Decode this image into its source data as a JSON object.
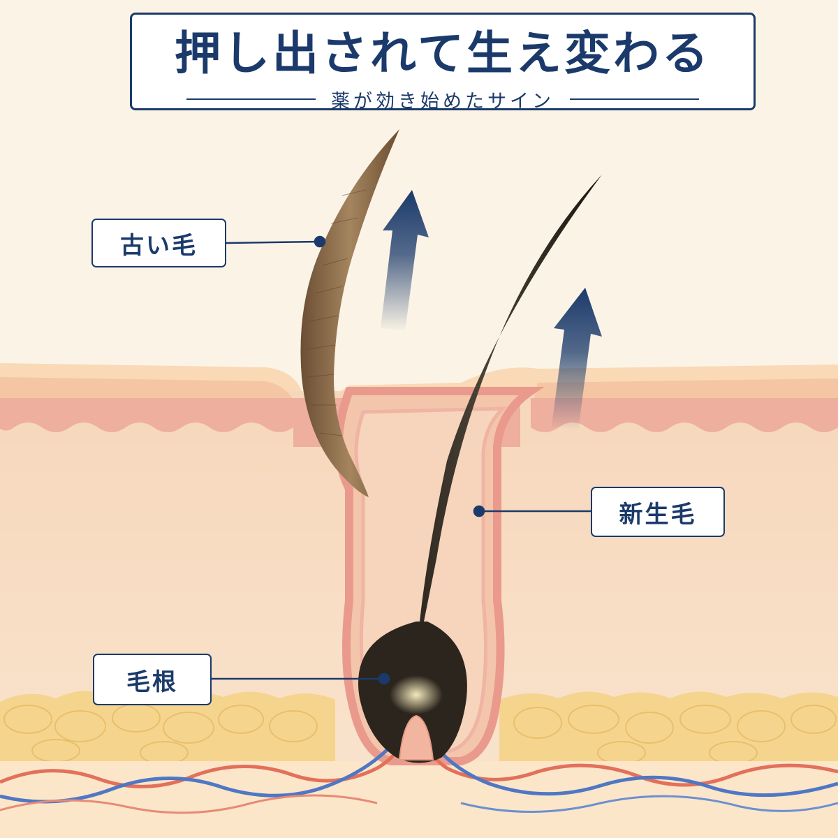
{
  "title": {
    "main": "押し出されて生え変わる",
    "sub": "薬が効き始めたサイン"
  },
  "labels": {
    "old_hair": "古い毛",
    "new_hair": "新生毛",
    "hair_root": "毛根"
  },
  "colors": {
    "navy": "#1b3a6b",
    "background": "#fbf4e6",
    "dermis": "#f8dcc0",
    "epidermis_pink": "#efb0a2",
    "fat": "#f5d58e",
    "old_hair": "#8a6a4a",
    "new_hair": "#2a241c",
    "artery": "#e2705a",
    "vein": "#4f77c4"
  }
}
